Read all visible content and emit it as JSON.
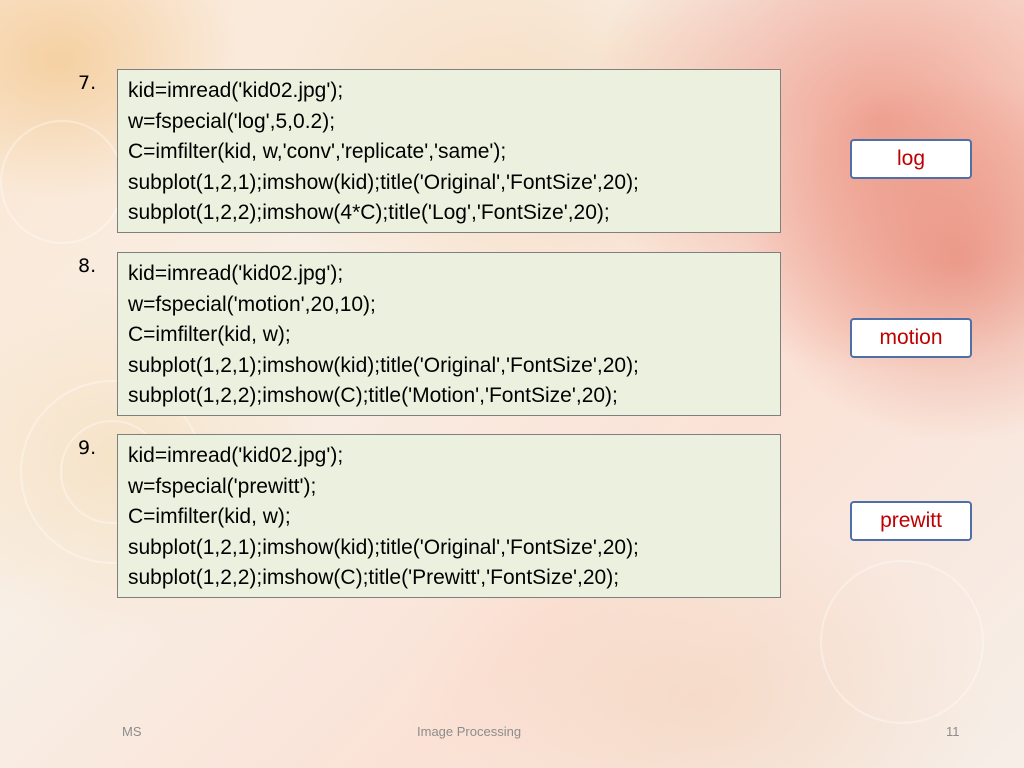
{
  "slide": {
    "blocks": [
      {
        "number": "7.",
        "code": [
          "kid=imread('kid02.jpg');",
          "w=fspecial('log',5,0.2);",
          "C=imfilter(kid, w,'conv','replicate','same');",
          "subplot(1,2,1);imshow(kid);title('Original','FontSize',20);",
          "subplot(1,2,2);imshow(4*C);title('Log','FontSize',20);"
        ],
        "label": "log"
      },
      {
        "number": "8.",
        "code": [
          "kid=imread('kid02.jpg');",
          "w=fspecial('motion',20,10);",
          "C=imfilter(kid, w);",
          "subplot(1,2,1);imshow(kid);title('Original','FontSize',20);",
          "subplot(1,2,2);imshow(C);title('Motion','FontSize',20);"
        ],
        "label": "motion"
      },
      {
        "number": "9.",
        "code": [
          "kid=imread('kid02.jpg');",
          "w=fspecial('prewitt');",
          "C=imfilter(kid, w);",
          "subplot(1,2,1);imshow(kid);title('Original','FontSize',20);",
          "subplot(1,2,2);imshow(C);title('Prewitt','FontSize',20);"
        ],
        "label": "prewitt"
      }
    ]
  },
  "footer": {
    "left": "MS",
    "center": "Image Processing",
    "page_number": "11"
  },
  "colors": {
    "code_box_bg": "#ebf1de",
    "label_text": "#c00000",
    "label_border": "#4f6fa8"
  }
}
